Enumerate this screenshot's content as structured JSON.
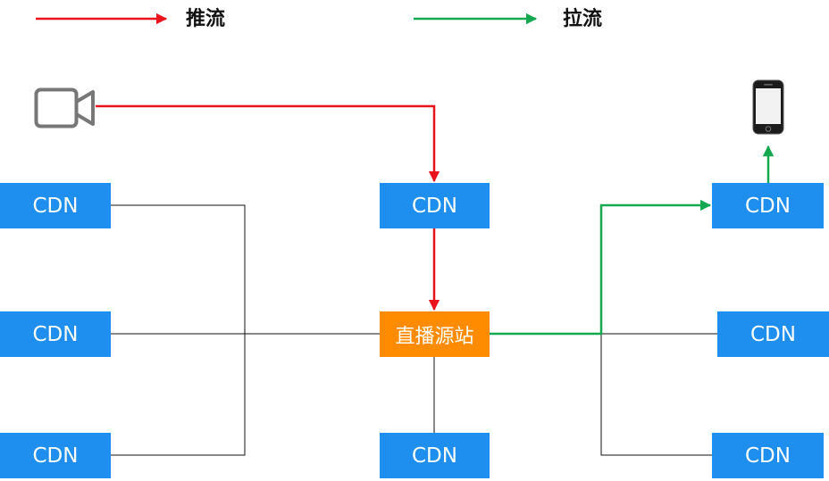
{
  "legend": {
    "push": {
      "label": "推流",
      "color": "#E8131B"
    },
    "pull": {
      "label": "拉流",
      "color": "#14A951"
    }
  },
  "nodes": {
    "cdn_left_top": "CDN",
    "cdn_left_middle": "CDN",
    "cdn_left_bottom": "CDN",
    "cdn_center_top": "CDN",
    "origin": "直播源站",
    "cdn_center_bottom": "CDN",
    "cdn_right_top": "CDN",
    "cdn_right_middle": "CDN",
    "cdn_right_bottom": "CDN"
  },
  "icons": {
    "source": "video-camera-icon",
    "player": "mobile-phone-icon"
  },
  "colors": {
    "cdn": "#1E8FEF",
    "origin": "#FF8C00",
    "link": "#111111"
  }
}
